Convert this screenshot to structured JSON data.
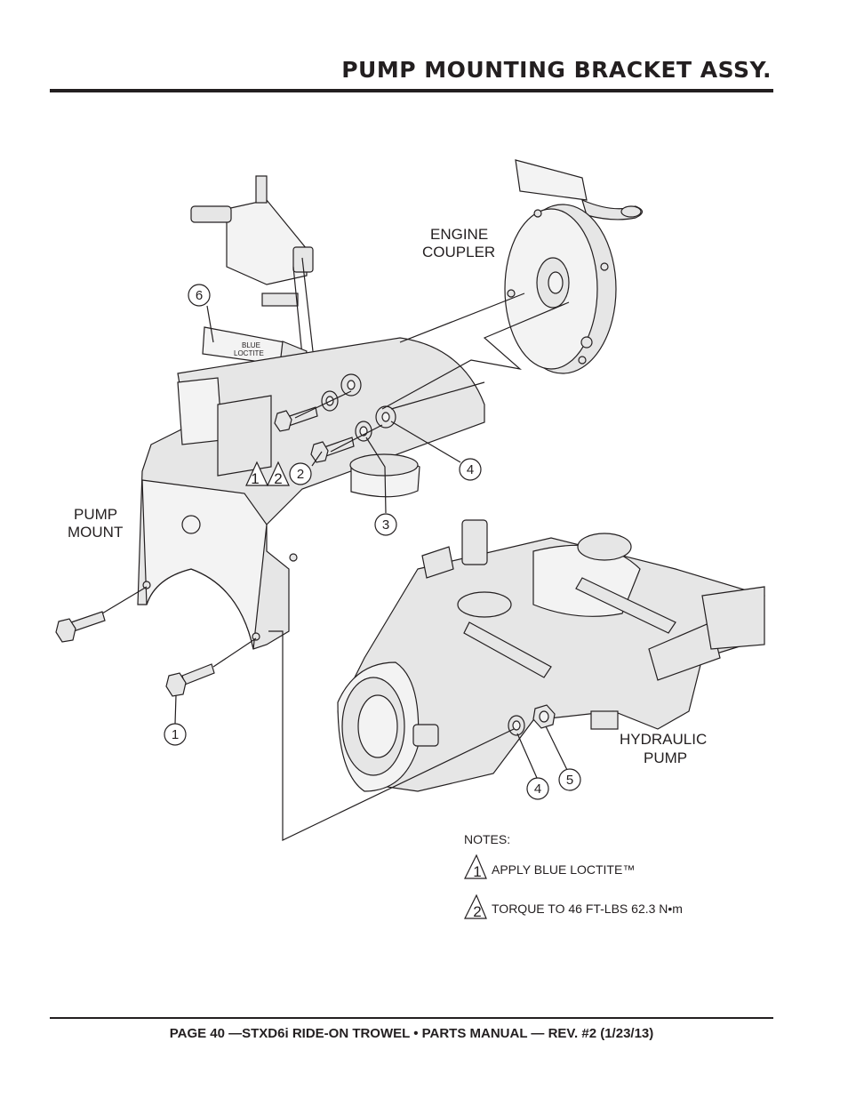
{
  "header": {
    "title": "PUMP MOUNTING BRACKET ASSY."
  },
  "labels": {
    "engine_coupler": [
      "ENGINE",
      "COUPLER"
    ],
    "pump_mount": [
      "PUMP",
      "MOUNT"
    ],
    "hydraulic_pump": [
      "HYDRAULIC",
      "PUMP"
    ],
    "tube_text": [
      "BLUE",
      "LOCTITE"
    ]
  },
  "callouts": [
    "1",
    "2",
    "3",
    "4",
    "4",
    "5",
    "6"
  ],
  "warning_marks": [
    "1",
    "2"
  ],
  "notes": {
    "heading": "NOTES:",
    "items": [
      {
        "mark": "1",
        "text": "APPLY BLUE LOCTITE™"
      },
      {
        "mark": "2",
        "text": "TORQUE TO 46 FT-LBS 62.3 N•m"
      }
    ]
  },
  "footer": {
    "text": "PAGE 40 —STXD6i RIDE-ON TROWEL • PARTS MANUAL — REV. #2 (1/23/13)"
  }
}
